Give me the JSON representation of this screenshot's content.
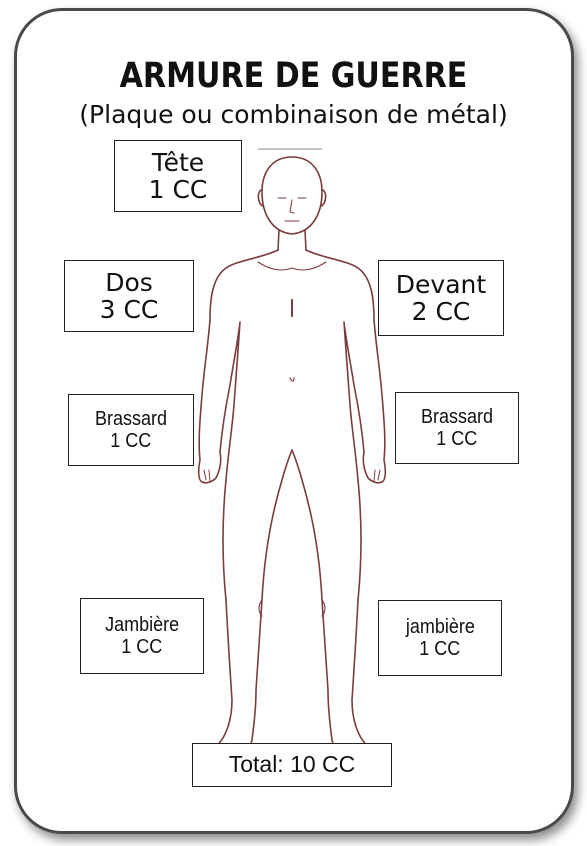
{
  "title": "ARMURE DE GUERRE",
  "subtitle": "(Plaque ou combinaison de métal)",
  "labels": {
    "tete": {
      "name": "Tête",
      "cost": "1 CC"
    },
    "dos": {
      "name": "Dos",
      "cost": "3 CC"
    },
    "devant": {
      "name": "Devant",
      "cost": "2 CC"
    },
    "brassard_left": {
      "name": "Brassard",
      "cost": "1 CC"
    },
    "brassard_right": {
      "name": "Brassard",
      "cost": "1 CC"
    },
    "jambiere_left": {
      "name": "Jambière",
      "cost": "1 CC"
    },
    "jambiere_right": {
      "name": "jambière",
      "cost": "1 CC"
    }
  },
  "total": "Total: 10 CC"
}
